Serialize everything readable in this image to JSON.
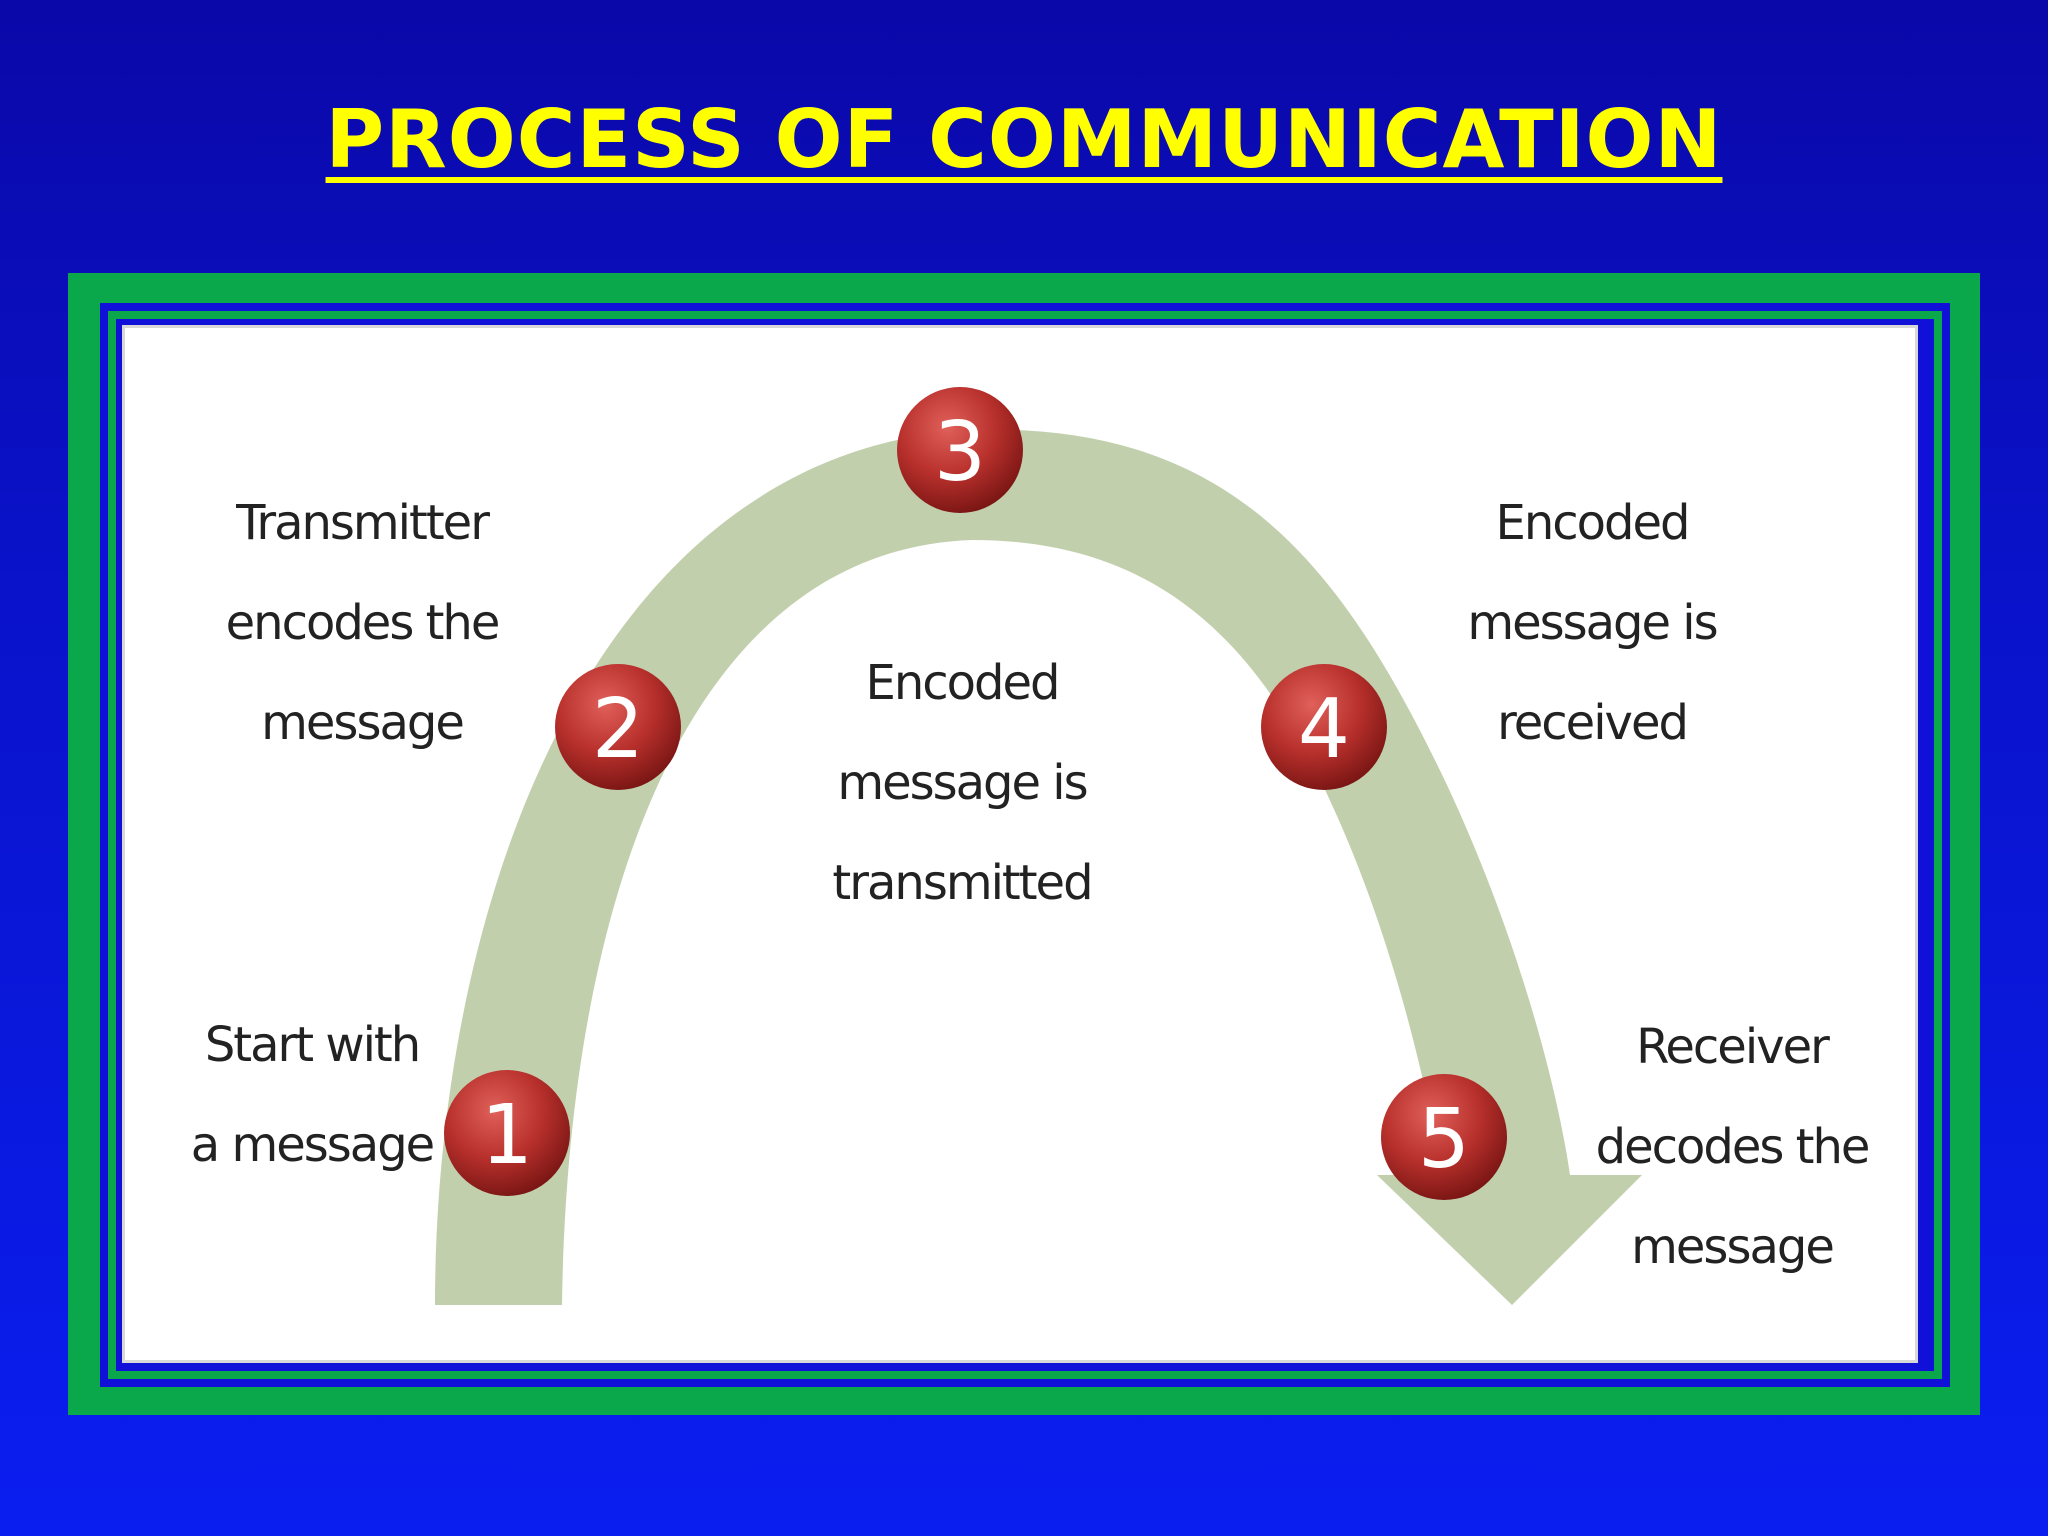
{
  "title": "PROCESS OF COMMUNICATION",
  "steps": [
    {
      "number": "1",
      "label": "Start with\na message"
    },
    {
      "number": "2",
      "label": "Transmitter\nencodes the\nmessage"
    },
    {
      "number": "3",
      "label": "Encoded\nmessage is\ntransmitted"
    },
    {
      "number": "4",
      "label": "Encoded\nmessage is\nreceived"
    },
    {
      "number": "5",
      "label": "Receiver\ndecodes the\nmessage"
    }
  ],
  "colors": {
    "background": "#0a12c8",
    "title": "#ffff00",
    "frame_green": "#0aa84a",
    "frame_blue": "#1010d8",
    "arc": "#c2cfac",
    "badge": "#b8302c"
  }
}
